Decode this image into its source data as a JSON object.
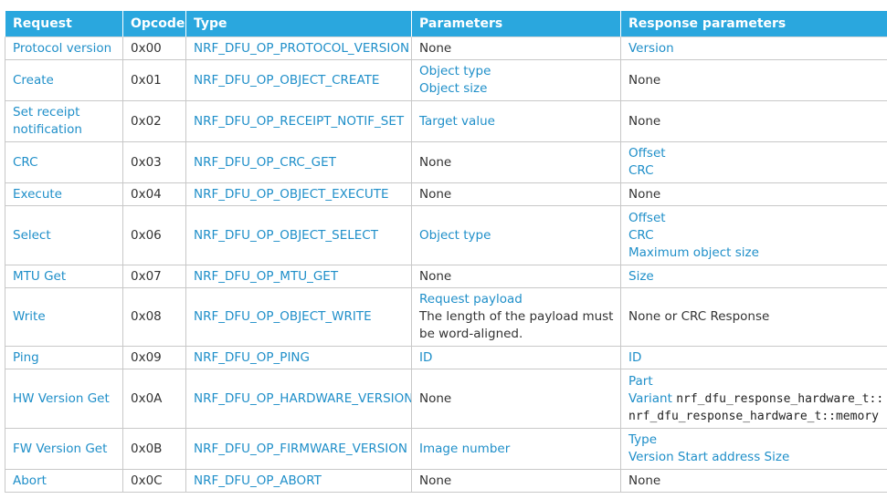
{
  "headers": [
    "Request",
    "Opcode",
    "Type",
    "Parameters",
    "Response parameters"
  ],
  "rows": [
    {
      "request": "Protocol version",
      "opcode": "0x00",
      "type": "NRF_DFU_OP_PROTOCOL_VERSION",
      "params": [
        {
          "t": "None",
          "link": false
        }
      ],
      "resp": [
        {
          "t": "Version",
          "link": true
        }
      ]
    },
    {
      "request": "Create",
      "opcode": "0x01",
      "type": "NRF_DFU_OP_OBJECT_CREATE",
      "params": [
        {
          "t": "Object type",
          "link": true
        },
        {
          "t": "Object size",
          "link": true
        }
      ],
      "resp": [
        {
          "t": "None",
          "link": false
        }
      ]
    },
    {
      "request": "Set receipt notification",
      "opcode": "0x02",
      "type": "NRF_DFU_OP_RECEIPT_NOTIF_SET",
      "params": [
        {
          "t": "Target value",
          "link": true
        }
      ],
      "resp": [
        {
          "t": "None",
          "link": false
        }
      ]
    },
    {
      "request": "CRC",
      "opcode": "0x03",
      "type": "NRF_DFU_OP_CRC_GET",
      "params": [
        {
          "t": "None",
          "link": false
        }
      ],
      "resp": [
        {
          "t": "Offset",
          "link": true
        },
        {
          "t": "CRC",
          "link": true
        }
      ]
    },
    {
      "request": "Execute",
      "opcode": "0x04",
      "type": "NRF_DFU_OP_OBJECT_EXECUTE",
      "params": [
        {
          "t": "None",
          "link": false
        }
      ],
      "resp": [
        {
          "t": "None",
          "link": false
        }
      ]
    },
    {
      "request": "Select",
      "opcode": "0x06",
      "type": "NRF_DFU_OP_OBJECT_SELECT",
      "params": [
        {
          "t": "Object type",
          "link": true
        }
      ],
      "resp": [
        {
          "t": "Offset",
          "link": true
        },
        {
          "t": "CRC",
          "link": true
        },
        {
          "t": "Maximum object size",
          "link": true
        }
      ]
    },
    {
      "request": "MTU Get",
      "opcode": "0x07",
      "type": "NRF_DFU_OP_MTU_GET",
      "params": [
        {
          "t": "None",
          "link": false
        }
      ],
      "resp": [
        {
          "t": "Size",
          "link": true
        }
      ]
    },
    {
      "request": "Write",
      "opcode": "0x08",
      "type": "NRF_DFU_OP_OBJECT_WRITE",
      "params": [
        {
          "t": "Request payload",
          "link": true
        },
        {
          "t": "The length of the payload must",
          "link": false
        },
        {
          "t": "be word-aligned.",
          "link": false
        }
      ],
      "resp": [
        {
          "t": "None or CRC Response",
          "link": false
        }
      ]
    },
    {
      "request": "Ping",
      "opcode": "0x09",
      "type": "NRF_DFU_OP_PING",
      "params": [
        {
          "t": "ID",
          "link": true
        }
      ],
      "resp": [
        {
          "t": "ID",
          "link": true
        }
      ]
    },
    {
      "request": "HW Version Get",
      "opcode": "0x0A",
      "type": "NRF_DFU_OP_HARDWARE_VERSION",
      "params": [
        {
          "t": "None",
          "link": false
        }
      ],
      "resp": [
        {
          "t": "Part",
          "link": true
        },
        {
          "t": "Variant",
          "link": true,
          "mono": "nrf_dfu_response_hardware_t::"
        },
        {
          "t": "",
          "link": false,
          "mono": "nrf_dfu_response_hardware_t::memory"
        }
      ]
    },
    {
      "request": "FW Version Get",
      "opcode": "0x0B",
      "type": "NRF_DFU_OP_FIRMWARE_VERSION",
      "params": [
        {
          "t": "Image number",
          "link": true
        }
      ],
      "resp": [
        {
          "t": "Type",
          "link": true
        },
        {
          "t": "Version Start address Size",
          "link": true
        }
      ]
    },
    {
      "request": "Abort",
      "opcode": "0x0C",
      "type": "NRF_DFU_OP_ABORT",
      "params": [
        {
          "t": "None",
          "link": false
        }
      ],
      "resp": [
        {
          "t": "None",
          "link": false
        }
      ]
    }
  ],
  "colors": {
    "header_bg": "#2aa7de",
    "link": "#1f8fc9",
    "text": "#333333",
    "border": "#c8c8c8"
  }
}
